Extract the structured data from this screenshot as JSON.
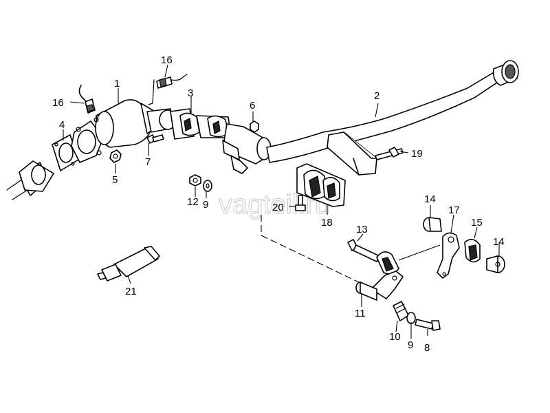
{
  "watermark": "vagteil.ru",
  "callouts": {
    "c1": "1",
    "c2": "2",
    "c3": "3",
    "c4": "4",
    "c5": "5",
    "c6": "6",
    "c7": "7",
    "c8": "8",
    "c9a": "9",
    "c9b": "9",
    "c10": "10",
    "c11": "11",
    "c12": "12",
    "c13": "13",
    "c14a": "14",
    "c14b": "14",
    "c15": "15",
    "c16a": "16",
    "c16b": "16",
    "c17": "17",
    "c18": "18",
    "c19": "19",
    "c20": "20",
    "c21": "21"
  }
}
